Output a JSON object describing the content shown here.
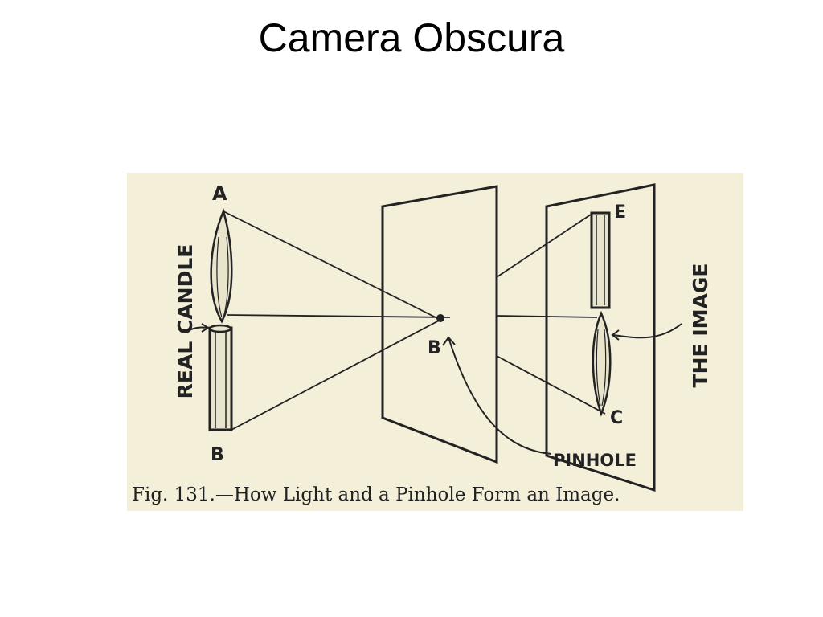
{
  "slide": {
    "title": "Camera Obscura"
  },
  "figure": {
    "labels": {
      "a": "A",
      "b_bottom": "B",
      "b_center": "B",
      "c": "C",
      "e": "E",
      "real_candle": "REAL CANDLE",
      "the_image": "THE IMAGE",
      "pinhole": "PINHOLE"
    },
    "caption": "Fig. 131.—How Light and  a Pinhole Form an Image."
  }
}
